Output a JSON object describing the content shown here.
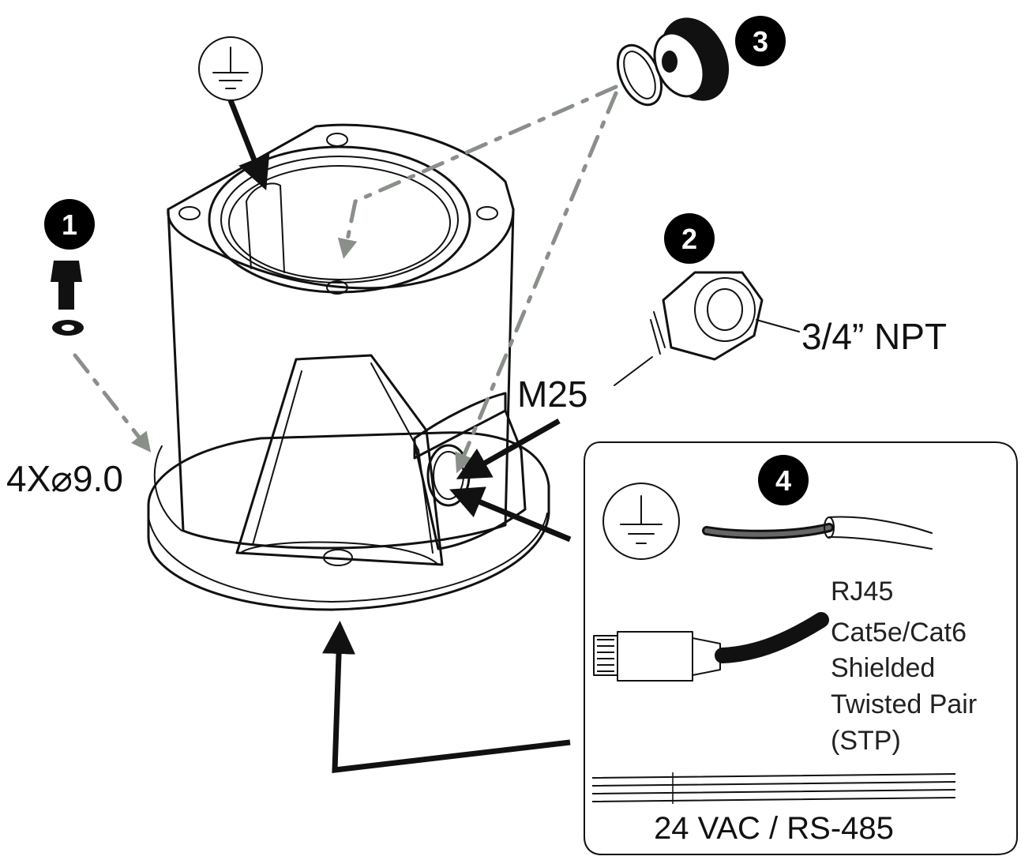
{
  "badges": {
    "b1": "1",
    "b2": "2",
    "b3": "3",
    "b4": "4"
  },
  "labels": {
    "hole_spec": "4X⌀9.0",
    "thread_metric": "M25",
    "thread_npt": "3/4” NPT",
    "rj45_line1": "RJ45",
    "rj45_line2": "Cat5e/Cat6",
    "rj45_line3": "Shielded",
    "rj45_line4": "Twisted Pair",
    "rj45_line5": "(STP)",
    "power_label": "24 VAC / RS-485"
  },
  "icons": {
    "ground_top": "ground-symbol-icon",
    "ground_panel": "ground-symbol-icon"
  },
  "colors": {
    "line": "#111111",
    "dashed_guide": "#8a8f8a",
    "badge": "#000000"
  }
}
